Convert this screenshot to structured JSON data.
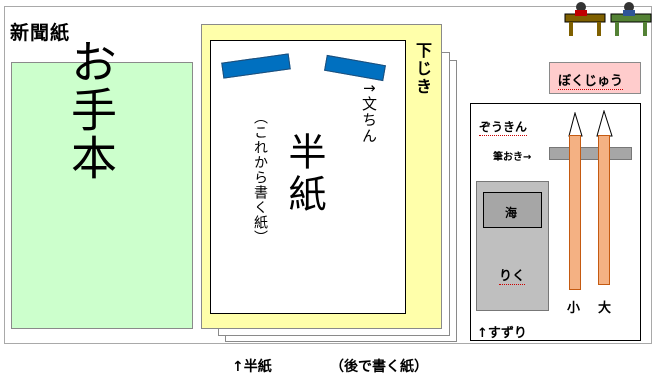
{
  "diagram": {
    "title": "新聞紙",
    "otehon": "お手本",
    "shitajiki": "下じき",
    "bunchin": "↑文ちん",
    "hanshi": "半紙",
    "hanshi_note": "（これから書く紙）",
    "zoukin": "ぞうきん",
    "fudeoki": "筆おき→",
    "umi": "海",
    "riku": "りく",
    "suzuri": "↑すずり",
    "brush_small": "小",
    "brush_large": "大",
    "bokujuu": "ぼくじゅう",
    "footer_hanshi": "↑半紙",
    "footer_note": "（後で書く紙）"
  },
  "colors": {
    "otehon_fill": "#ccffcc",
    "shitajiki_fill": "#ffffaa",
    "bunchin_fill": "#0070c0",
    "bokujuu_fill": "#ffcccc",
    "brush_fill": "#f4b183",
    "suzuri_fill": "#bfbfbf",
    "fudeoki_fill": "#a6a6a6"
  },
  "icons": {
    "corner_illustration": "classroom-desks-illustration-icon"
  }
}
